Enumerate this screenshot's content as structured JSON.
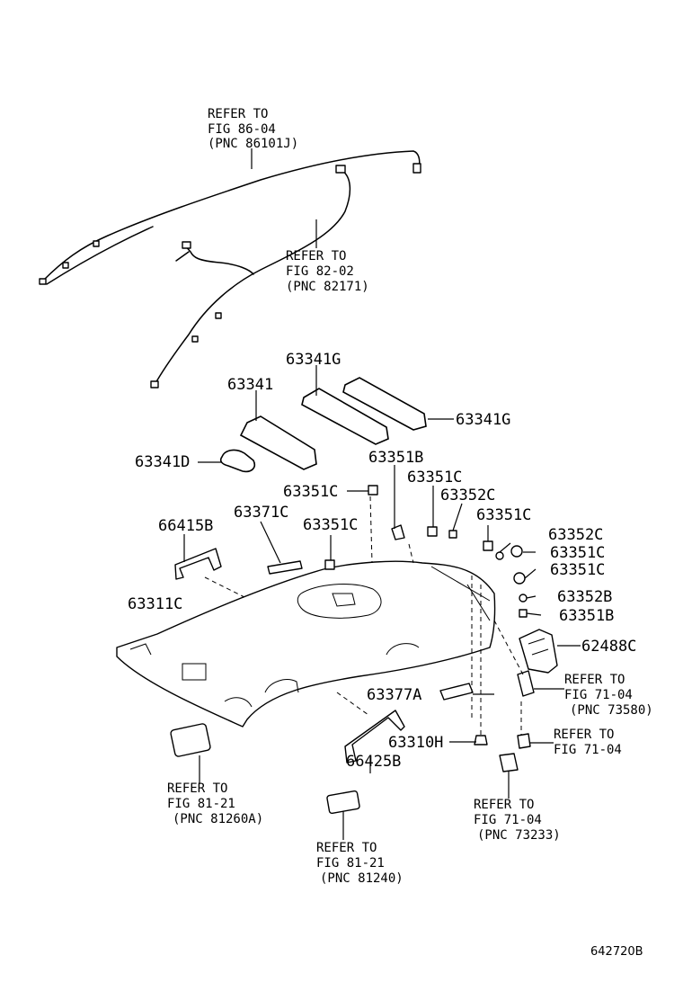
{
  "labels": {
    "pn_63341G_top": "63341G",
    "pn_63341": "63341",
    "pn_63341G_right": "63341G",
    "pn_63341D": "63341D",
    "pn_63351B_top": "63351B",
    "pn_63351C_a": "63351C",
    "pn_63351C_b": "63351C",
    "pn_63352C_a": "63352C",
    "pn_63351C_c": "63351C",
    "pn_66415B": "66415B",
    "pn_63371C": "63371C",
    "pn_63351C_d": "63351C",
    "pn_63352C_b": "63352C",
    "pn_63351C_e": "63351C",
    "pn_63351C_f": "63351C",
    "pn_63311C": "63311C",
    "pn_63352B": "63352B",
    "pn_63351B_b": "63351B",
    "pn_62488C": "62488C",
    "pn_63377A": "63377A",
    "pn_63310H": "63310H",
    "pn_66425B": "66425B"
  },
  "refs": {
    "r1": [
      "REFER TO",
      "FIG 86-04",
      "(PNC 86101J)"
    ],
    "r2": [
      "REFER TO",
      "FIG 82-02",
      "(PNC 82171)"
    ],
    "r3": [
      "REFER TO",
      "FIG 71-04",
      "(PNC 73580)"
    ],
    "r4": [
      "REFER TO",
      "FIG 71-04"
    ],
    "r5": [
      "REFER TO",
      "FIG 81-21",
      "(PNC 81260A)"
    ],
    "r6": [
      "REFER TO",
      "FIG 71-04",
      "(PNC 73233)"
    ],
    "r7": [
      "REFER TO",
      "FIG 81-21",
      "(PNC 81240)"
    ]
  },
  "diagram_id": "642720B"
}
